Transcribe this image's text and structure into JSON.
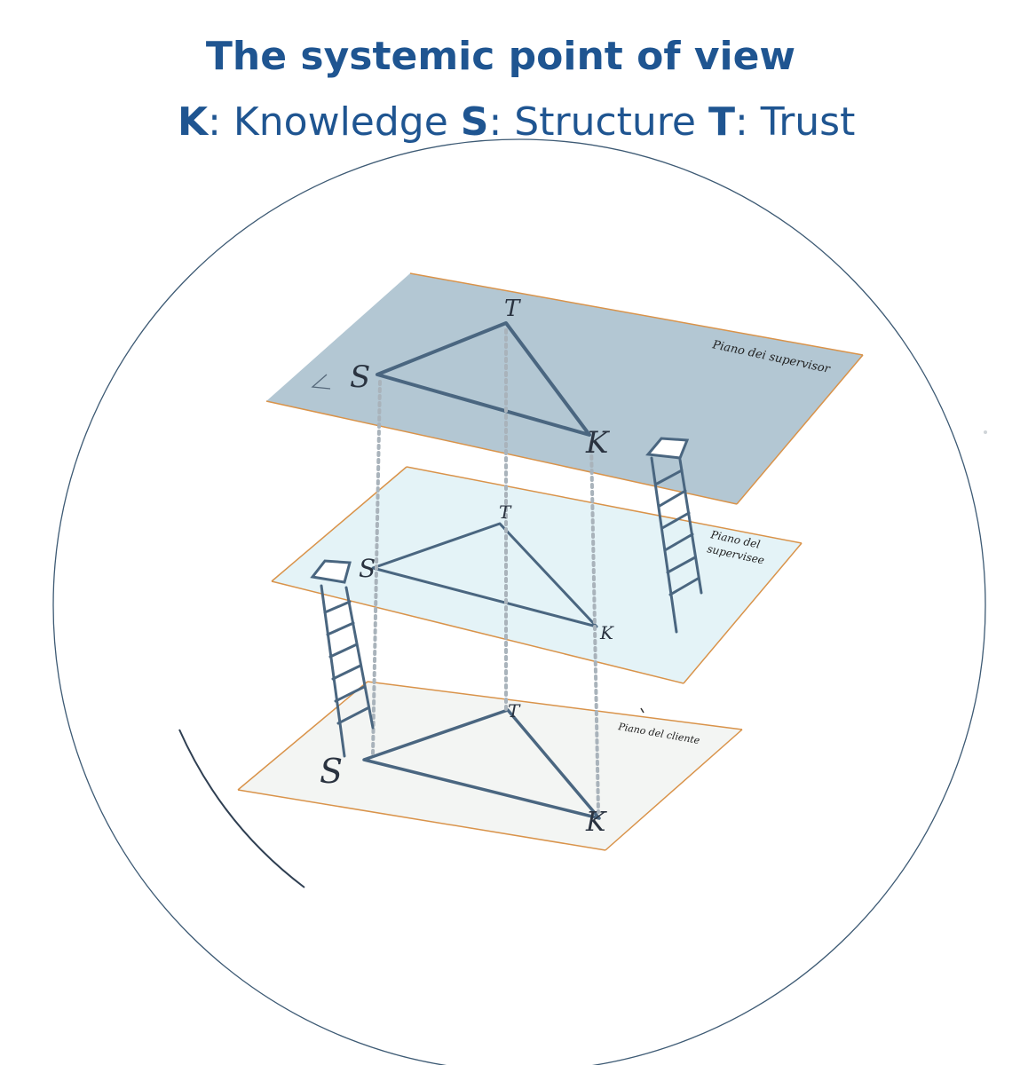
{
  "title": "The systemic point of view",
  "legend": {
    "k_letter": "K",
    "k_text": ": Knowledge ",
    "s_letter": "S",
    "s_text": ": Structure ",
    "t_letter": "T",
    "t_text": ": Trust"
  },
  "planes": {
    "top": {
      "label": "Piano dei supervisor",
      "t": "T",
      "s": "S",
      "k": "K"
    },
    "middle": {
      "label_line1": "Piano del",
      "label_line2": "supervisee",
      "t": "T",
      "s": "S",
      "k": "K"
    },
    "bottom": {
      "label": "Piano del cliente",
      "t": "T",
      "s": "S",
      "k": "K"
    }
  },
  "colors": {
    "title": "#1f5591",
    "plane_top": "#b3c7d3",
    "plane_middle": "#e6f4f8",
    "plane_bottom": "#f4f6f4",
    "edge_orange": "#d9934a",
    "stroke_blue": "#4a6680"
  }
}
